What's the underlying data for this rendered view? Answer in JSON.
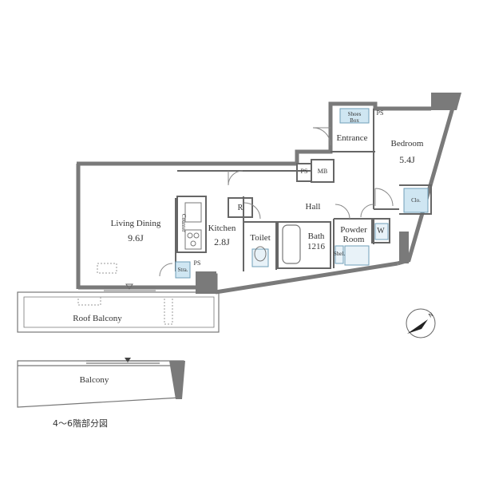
{
  "rooms": {
    "living_dining": {
      "name": "Living Dining",
      "size": "9.6J"
    },
    "kitchen": {
      "name": "Kitchen",
      "size": "2.8J"
    },
    "bedroom": {
      "name": "Bedroom",
      "size": "5.4J"
    },
    "entrance": {
      "name": "Entrance"
    },
    "hall": {
      "name": "Hall"
    },
    "toilet": {
      "name": "Toilet"
    },
    "bath": {
      "name": "Bath",
      "size": "1216"
    },
    "powder_room": {
      "name": "Powder Room"
    }
  },
  "fixtures": {
    "shoes_box": "Shoes Box",
    "mb": "MB",
    "ps_hall": "PS",
    "ps_kitchen": "PS",
    "ps_bedroom": "PS",
    "refrigerator": "R",
    "counter": "Counter",
    "storage": "Stra.",
    "closet": "Clo.",
    "washer": "W",
    "shelf": "Shel."
  },
  "outdoor": {
    "roof_balcony": "Roof Balcony",
    "balcony": "Balcony"
  },
  "caption": "4～6階部分図",
  "compass_label": "N",
  "colors": {
    "wall": "#7a7a7a",
    "line": "#555555",
    "fixture_fill": "#cfe6f2",
    "fixture_stroke": "#6f9fb8"
  }
}
